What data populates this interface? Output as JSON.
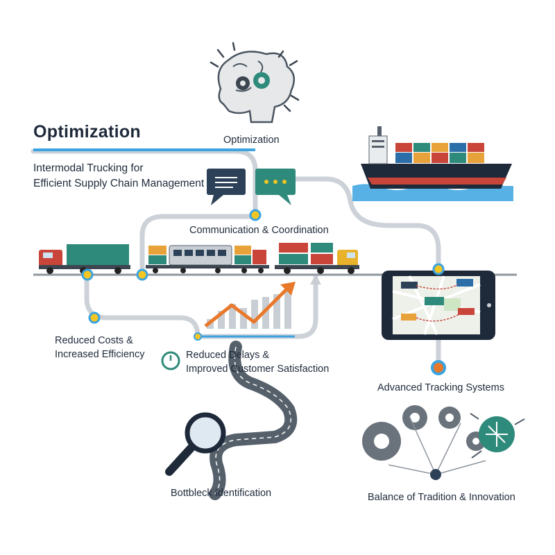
{
  "header": {
    "title": "Optimization",
    "subtitle_line1": "Intermodal Trucking for",
    "subtitle_line2": "Efficient Supply Chain Management"
  },
  "nodes": {
    "optimization": "Optimization",
    "communication": "Communication & Coordination",
    "reduced_costs_line1": "Reduced Costs &",
    "reduced_costs_line2": "Increased Efficiency",
    "reduced_delays_line1": "Reduced Delays &",
    "reduced_delays_line2": "Improved Customer Satisfaction",
    "tracking": "Advanced Tracking Systems",
    "bottleneck": "Bottbleck Identification",
    "balance": "Balance of Tradition & Innovation"
  },
  "colors": {
    "accent_blue": "#3aa3e0",
    "node_yellow": "#f3c623",
    "road_gray": "#c9ced4",
    "navy": "#2c4157",
    "teal": "#2e8a7a",
    "trend_orange": "#e8792b"
  }
}
